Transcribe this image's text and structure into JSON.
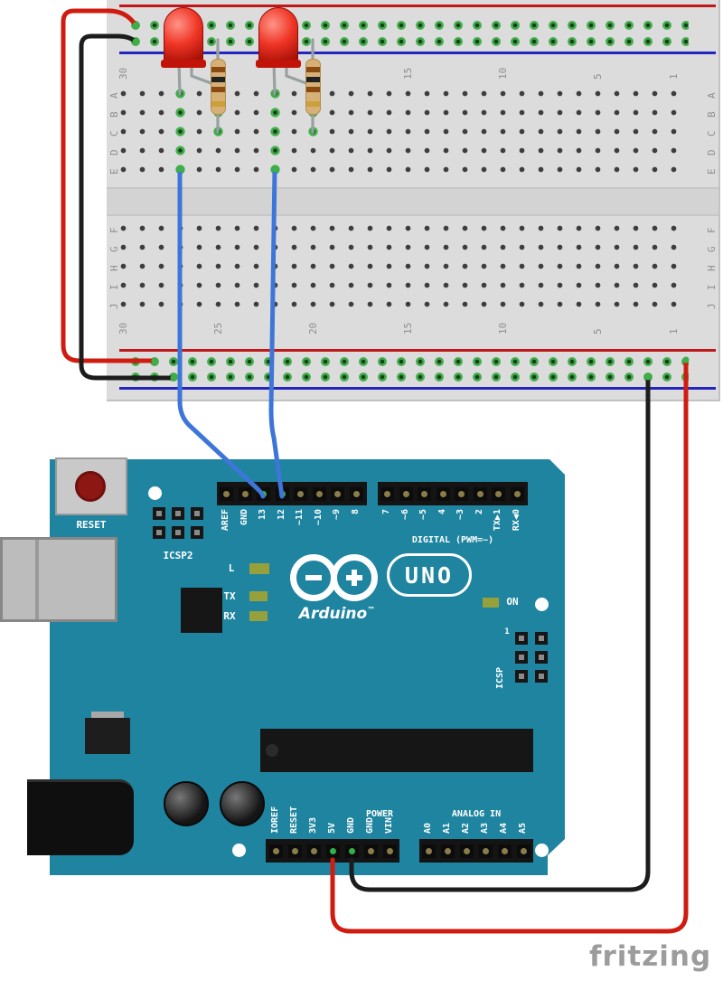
{
  "watermark": "fritzing",
  "breadboard": {
    "column_numbers": [
      "30",
      "25",
      "20",
      "15",
      "10",
      "5",
      "1"
    ],
    "row_letters_top": [
      "A",
      "B",
      "C",
      "D",
      "E"
    ],
    "row_letters_bottom": [
      "F",
      "G",
      "H",
      "I",
      "J"
    ],
    "colors": {
      "body": "#dcdcdc",
      "rail_red": "#c01818",
      "rail_blue": "#2424c0",
      "contact_green": "#3fae49",
      "hole": "#3d3d3d"
    }
  },
  "wires": {
    "red": "#d01c10",
    "black": "#1c1c1c",
    "blue": "#3d76d8"
  },
  "components": {
    "led_color": "#ef3525",
    "resistor_body": "#d7b077",
    "resistor_bands": [
      "#8a4a12",
      "#222222",
      "#8a4a12",
      "#caa03a"
    ]
  },
  "arduino": {
    "board_color": "#1f84a0",
    "reset_label": "RESET",
    "icsp2_label": "ICSP2",
    "icsp_label": "ICSP",
    "icsp_pin1": "1",
    "digital_caption": "DIGITAL (PWM=~)",
    "digital_pins_left": [
      "AREF",
      "GND",
      "13",
      "12",
      "~11",
      "~10",
      "~9",
      "8"
    ],
    "digital_pins_right": [
      "7",
      "~6",
      "~5",
      "4",
      "~3",
      "2",
      "TX▶1",
      "RX◀0"
    ],
    "led_l_label": "L",
    "tx_label": "TX",
    "rx_label": "RX",
    "on_label": "ON",
    "brand": "Arduino",
    "brand_tm": "™",
    "model": "UNO",
    "power_caption": "POWER",
    "power_pins": [
      "IOREF",
      "RESET",
      "3V3",
      "5V",
      "GND",
      "GND",
      "VIN"
    ],
    "analog_caption": "ANALOG IN",
    "analog_pins": [
      "A0",
      "A1",
      "A2",
      "A3",
      "A4",
      "A5"
    ]
  }
}
